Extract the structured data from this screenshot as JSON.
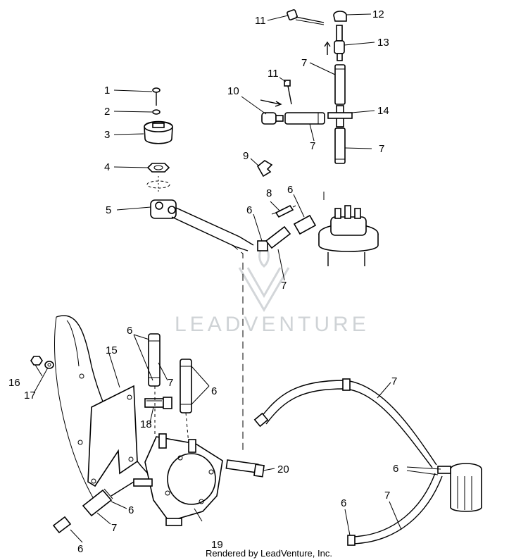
{
  "callouts": [
    {
      "id": "c1",
      "text": "1"
    },
    {
      "id": "c2",
      "text": "2"
    },
    {
      "id": "c3",
      "text": "3"
    },
    {
      "id": "c4",
      "text": "4"
    },
    {
      "id": "c5",
      "text": "5"
    },
    {
      "id": "c6a",
      "text": "6"
    },
    {
      "id": "c6b",
      "text": "6"
    },
    {
      "id": "c7a",
      "text": "7"
    },
    {
      "id": "c8",
      "text": "8"
    },
    {
      "id": "c9",
      "text": "9"
    },
    {
      "id": "c10",
      "text": "10"
    },
    {
      "id": "c11a",
      "text": "11"
    },
    {
      "id": "c11b",
      "text": "11"
    },
    {
      "id": "c12",
      "text": "12"
    },
    {
      "id": "c13",
      "text": "13"
    },
    {
      "id": "c7b",
      "text": "7"
    },
    {
      "id": "c14",
      "text": "14"
    },
    {
      "id": "c7c",
      "text": "7"
    },
    {
      "id": "c7d",
      "text": "7"
    },
    {
      "id": "c6c",
      "text": "6"
    },
    {
      "id": "c7e",
      "text": "7"
    },
    {
      "id": "c6d",
      "text": "6"
    },
    {
      "id": "c15",
      "text": "15"
    },
    {
      "id": "c16",
      "text": "16"
    },
    {
      "id": "c17",
      "text": "17"
    },
    {
      "id": "c18",
      "text": "18"
    },
    {
      "id": "c7f",
      "text": "7"
    },
    {
      "id": "c6e",
      "text": "6"
    },
    {
      "id": "c20",
      "text": "20"
    },
    {
      "id": "c6f",
      "text": "6"
    },
    {
      "id": "c7g",
      "text": "7"
    },
    {
      "id": "c6g",
      "text": "6"
    },
    {
      "id": "c7h",
      "text": "7"
    },
    {
      "id": "c6h",
      "text": "6"
    },
    {
      "id": "c19",
      "text": "19"
    },
    {
      "id": "c7i",
      "text": "7"
    },
    {
      "id": "c6i",
      "text": "6"
    }
  ],
  "watermark": {
    "text": "LEADVENTURE"
  },
  "credit": {
    "text": "Rendered by LeadVenture, Inc."
  }
}
